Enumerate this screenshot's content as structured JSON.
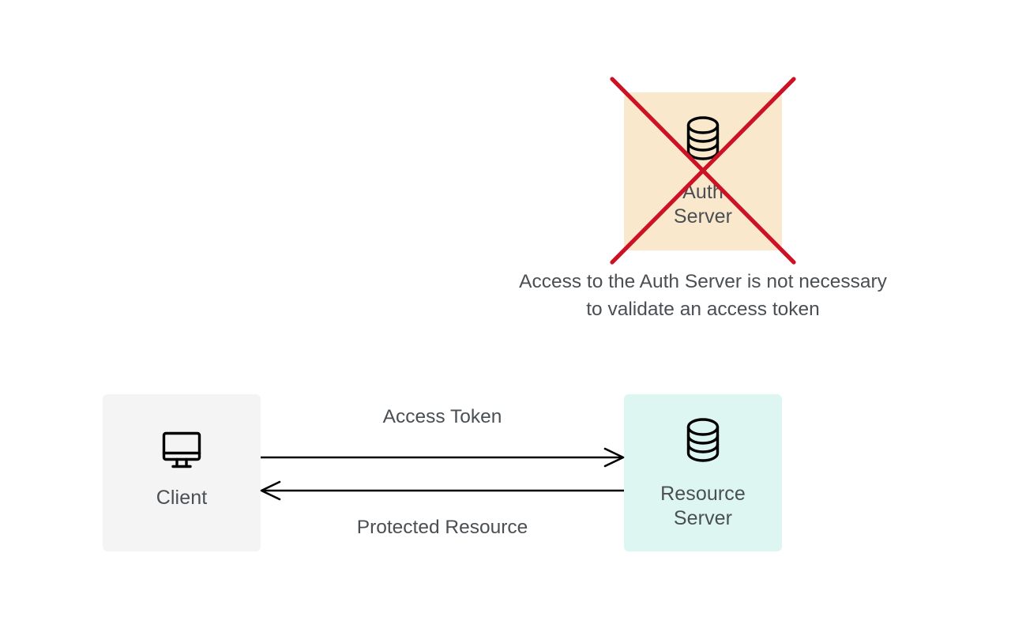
{
  "diagram": {
    "title": "Access token validation without the Auth Server",
    "background": "#ffffff",
    "text_color": "#4a4f54",
    "strike_color": "#cc1326"
  },
  "nodes": {
    "auth_server": {
      "label": "Auth\nServer",
      "icon": "database-icon",
      "fill": "#fae8cd",
      "struck_out": true
    },
    "client": {
      "label": "Client",
      "icon": "desktop-monitor-icon",
      "fill": "#f4f4f4"
    },
    "resource_server": {
      "label": "Resource\nServer",
      "icon": "database-icon",
      "fill": "#ddf6f1"
    }
  },
  "edges": {
    "request": {
      "label": "Access Token",
      "from": "client",
      "to": "resource_server",
      "direction": "right"
    },
    "response": {
      "label": "Protected Resource",
      "from": "resource_server",
      "to": "client",
      "direction": "left"
    }
  },
  "annotations": {
    "auth_note": "Access to the Auth Server is not necessary\nto validate an access token"
  }
}
